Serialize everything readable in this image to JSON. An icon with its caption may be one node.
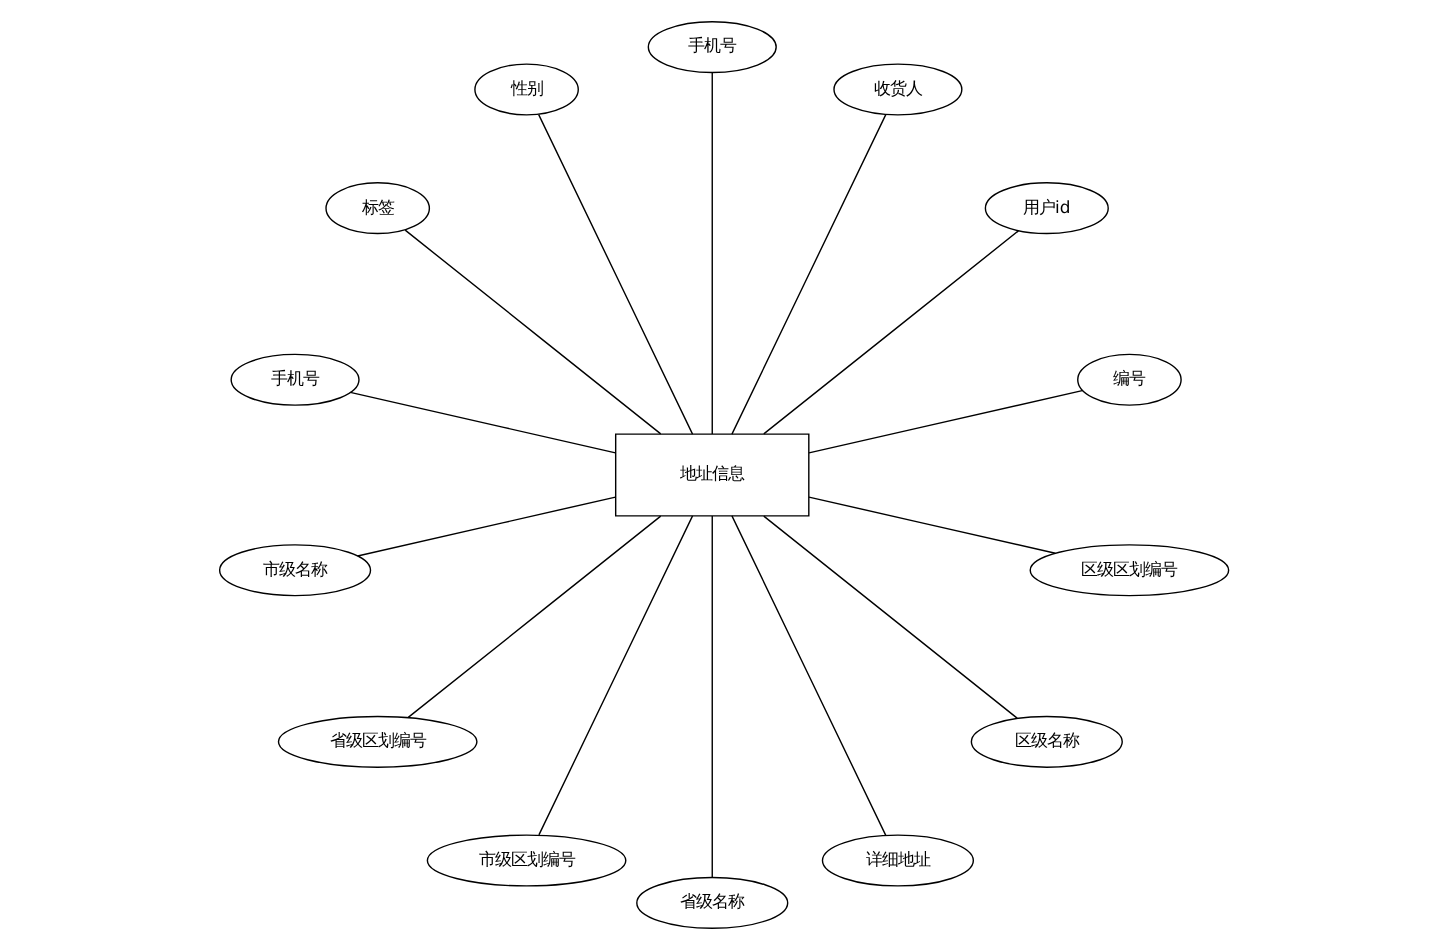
{
  "diagram": {
    "nodes": [
      {
        "text": [
          "地址信息"
        ]
      },
      {
        "text": [
          "编号"
        ]
      },
      {
        "text": [
          "用户id"
        ]
      },
      {
        "text": [
          "收货人"
        ]
      },
      {
        "text": [
          "手机号"
        ]
      },
      {
        "text": [
          "性别"
        ]
      },
      {
        "text": [
          "标签"
        ]
      },
      {
        "text": [
          "手机号"
        ]
      },
      {
        "text": [
          "市级名称"
        ]
      },
      {
        "text": [
          "省级区划编号"
        ]
      },
      {
        "text": [
          "市级区划编号"
        ]
      },
      {
        "text": [
          "省级名称"
        ]
      },
      {
        "text": [
          "详细地址"
        ]
      },
      {
        "text": [
          "区级名称"
        ]
      },
      {
        "text": [
          "区级区划编号"
        ]
      }
    ],
    "edges": [
      {
        "from": 0,
        "to": 1,
        "arrow": "none"
      },
      {
        "from": 0,
        "to": 2,
        "arrow": "none"
      },
      {
        "from": 0,
        "to": 3,
        "arrow": "none"
      },
      {
        "from": 0,
        "to": 4,
        "arrow": "none"
      },
      {
        "from": 0,
        "to": 5,
        "arrow": "none"
      },
      {
        "from": 0,
        "to": 6,
        "arrow": "none"
      },
      {
        "from": 0,
        "to": 7,
        "arrow": "none"
      },
      {
        "from": 0,
        "to": 8,
        "arrow": "none"
      },
      {
        "from": 0,
        "to": 9,
        "arrow": "none"
      },
      {
        "from": 0,
        "to": 10,
        "arrow": "none"
      },
      {
        "from": 0,
        "to": 11,
        "arrow": "none"
      },
      {
        "from": 0,
        "to": 12,
        "arrow": "none"
      },
      {
        "from": 0,
        "to": 13,
        "arrow": "none"
      },
      {
        "from": 0,
        "to": 14,
        "arrow": "none"
      }
    ]
  }
}
